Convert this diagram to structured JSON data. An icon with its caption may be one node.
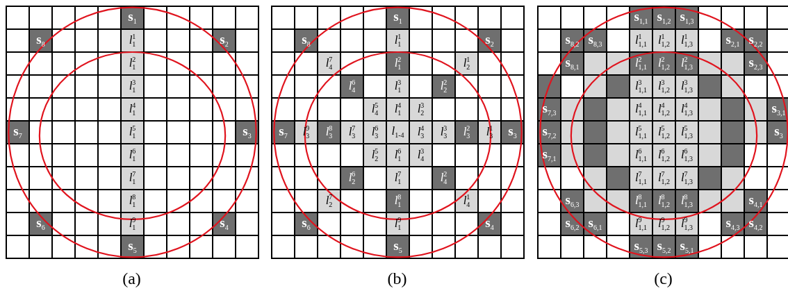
{
  "diagram": {
    "labels": [
      "**s**$_{1}$",
      "**s**$_{8}$",
      "*l*$^{1}$$_{1}$",
      "**s**$_{2}$",
      "*l*$^{2}$$_{1}$",
      "*l*$^{3}$$_{1}$",
      "*l*$^{4}$$_{1}$",
      "**s**$_{7}$",
      "*l*$^{5}$$_{1}$",
      "**s**$_{3}$",
      "*l*$^{6}$$_{1}$",
      "*l*$^{7}$$_{1}$",
      "*l*$^{8}$$_{1}$",
      "**s**$_{6}$",
      "*l*$^{9}$$_{1}$",
      "**s**$_{4}$",
      "**s**$_{5}$",
      "**s**$_{1}$",
      "**s**$_{8}$",
      "*l*$^{1}$$_{1}$",
      "**s**$_{2}$",
      "*l*$^{7}$$_{4}$",
      "*l*$^{2}$$_{1}$",
      "*l*$^{1}$$_{2}$",
      "*l*$^{6}$$_{4}$",
      "*l*$^{3}$$_{1}$",
      "*l*$^{2}$$_{2}$",
      "*l*$^{5}$$_{4}$",
      "*l*$^{4}$$_{1}$",
      "*l*$^{3}$$_{2}$",
      "**s**$_{7}$",
      "*l*$^{9}$$_{3}$",
      "*l*$^{8}$$_{3}$",
      "*l*$^{7}$$_{3}$",
      "*l*$^{6}$$_{3}$",
      "*l*$_{1-4}$",
      "*l*$^{4}$$_{3}$",
      "*l*$^{3}$$_{3}$",
      "*l*$^{2}$$_{3}$",
      "*l*$^{1}$$_{3}$",
      "**s**$_{3}$",
      "*l*$^{5}$$_{2}$",
      "*l*$^{6}$$_{1}$",
      "*l*$^{3}$$_{4}$",
      "*l*$^{6}$$_{2}$",
      "*l*$^{7}$$_{1}$",
      "*l*$^{2}$$_{4}$",
      "*l*$^{7}$$_{2}$",
      "*l*$^{8}$$_{1}$",
      "*l*$^{1}$$_{4}$",
      "**s**$_{6}$",
      "*l*$^{9}$$_{1}$",
      "**s**$_{4}$",
      "**s**$_{5}$",
      "**s**$_{1,1}$",
      "**s**$_{1,2}$",
      "**s**$_{1,3}$",
      "**s**$_{8,2}$",
      "**s**$_{8,3}$",
      "*l*$^{1}$$_{1,1}$",
      "*l*$^{1}$$_{1,2}$",
      "*l*$^{1}$$_{1,3}$",
      "**s**$_{2,1}$",
      "**s**$_{2,2}$",
      "**s**$_{8,1}$",
      "*l*$^{2}$$_{1,1}$",
      "*l*$^{2}$$_{1,2}$",
      "*l*$^{2}$$_{1,3}$",
      "**s**$_{2,3}$",
      "*l*$^{3}$$_{1,1}$",
      "*l*$^{3}$$_{1,2}$",
      "*l*$^{3}$$_{1,3}$",
      "**s**$_{7,3}$",
      "*l*$^{4}$$_{1,1}$",
      "*l*$^{4}$$_{1,2}$",
      "*l*$^{4}$$_{1,3}$",
      "**s**$_{3,1}$",
      "**s**$_{7,2}$",
      "*l*$^{5}$$_{1,1}$",
      "*l*$^{5}$$_{1,2}$",
      "*l*$^{5}$$_{1,3}$",
      "**s**$_{3}$",
      "**s**$_{7,1}$",
      "*l*$^{6}$$_{1,1}$",
      "*l*$^{6}$$_{1,2}$",
      "*l*$^{6}$$_{1,3}$",
      "*l*$^{7}$$_{1,1}$",
      "*l*$^{7}$$_{1,2}$",
      "*l*$^{7}$$_{1,3}$",
      "**s**$_{6,3}$",
      "*l*$^{8}$$_{1,1}$",
      "*l*$^{8}$$_{1,2}$",
      "*l*$^{8}$$_{1,3}$",
      "**s**$_{4,1}$",
      "**s**$_{6,2}$",
      "**s**$_{6,1}$",
      "*l*$^{9}$$_{1,1}$",
      "*l*$^{9}$$_{1,2}$",
      "*l*$^{9}$$_{1,3}$",
      "**s**$_{4,3}$",
      "**s**$_{4,2}$",
      "**s**$_{5,3}$",
      "**s**$_{5,2}$",
      "**s**$_{5,1}$",
      "(a)",
      "(b)",
      "(c)"
    ]
  }
}
